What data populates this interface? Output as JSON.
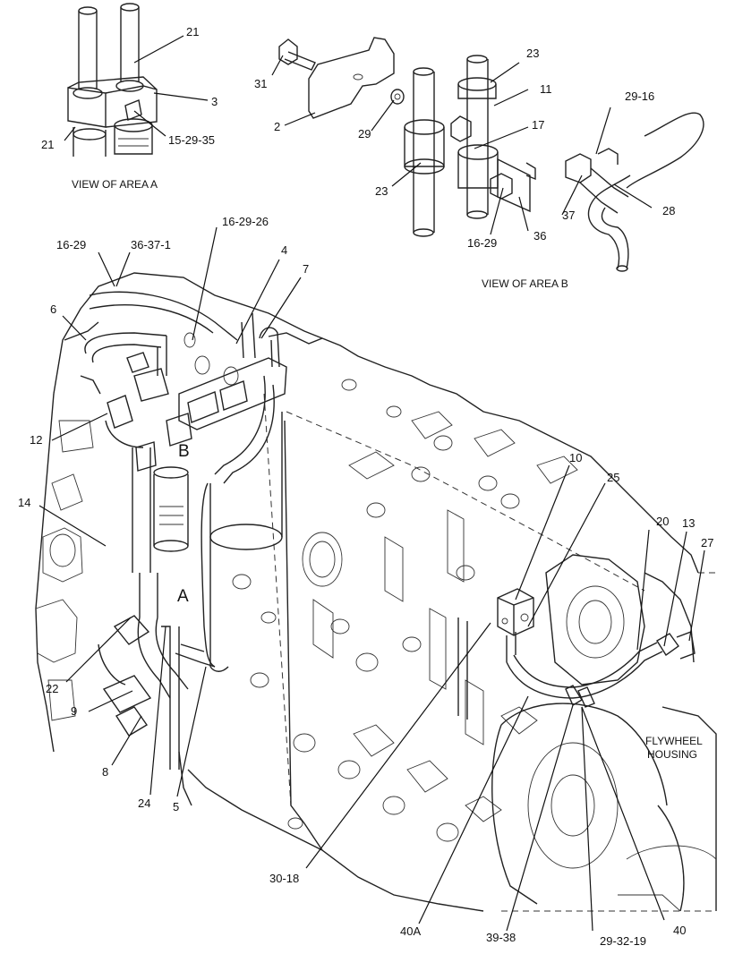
{
  "captions": {
    "view_a": "VIEW OF AREA A",
    "view_b": "VIEW OF AREA B",
    "flywheel_1": "FLYWHEEL",
    "flywheel_2": "HOUSING"
  },
  "area_markers": [
    "A",
    "B"
  ],
  "callouts": [
    "21",
    "3",
    "15-29-35",
    "21",
    "31",
    "23",
    "11",
    "2",
    "29",
    "17",
    "23",
    "29-16",
    "37",
    "28",
    "16-29",
    "36",
    "16-29-26",
    "16-29",
    "36-37-1",
    "4",
    "7",
    "6",
    "12",
    "14",
    "22",
    "9",
    "8",
    "24",
    "5",
    "10",
    "25",
    "20",
    "13",
    "27",
    "30-18",
    "40A",
    "39-38",
    "29-32-19",
    "40"
  ]
}
